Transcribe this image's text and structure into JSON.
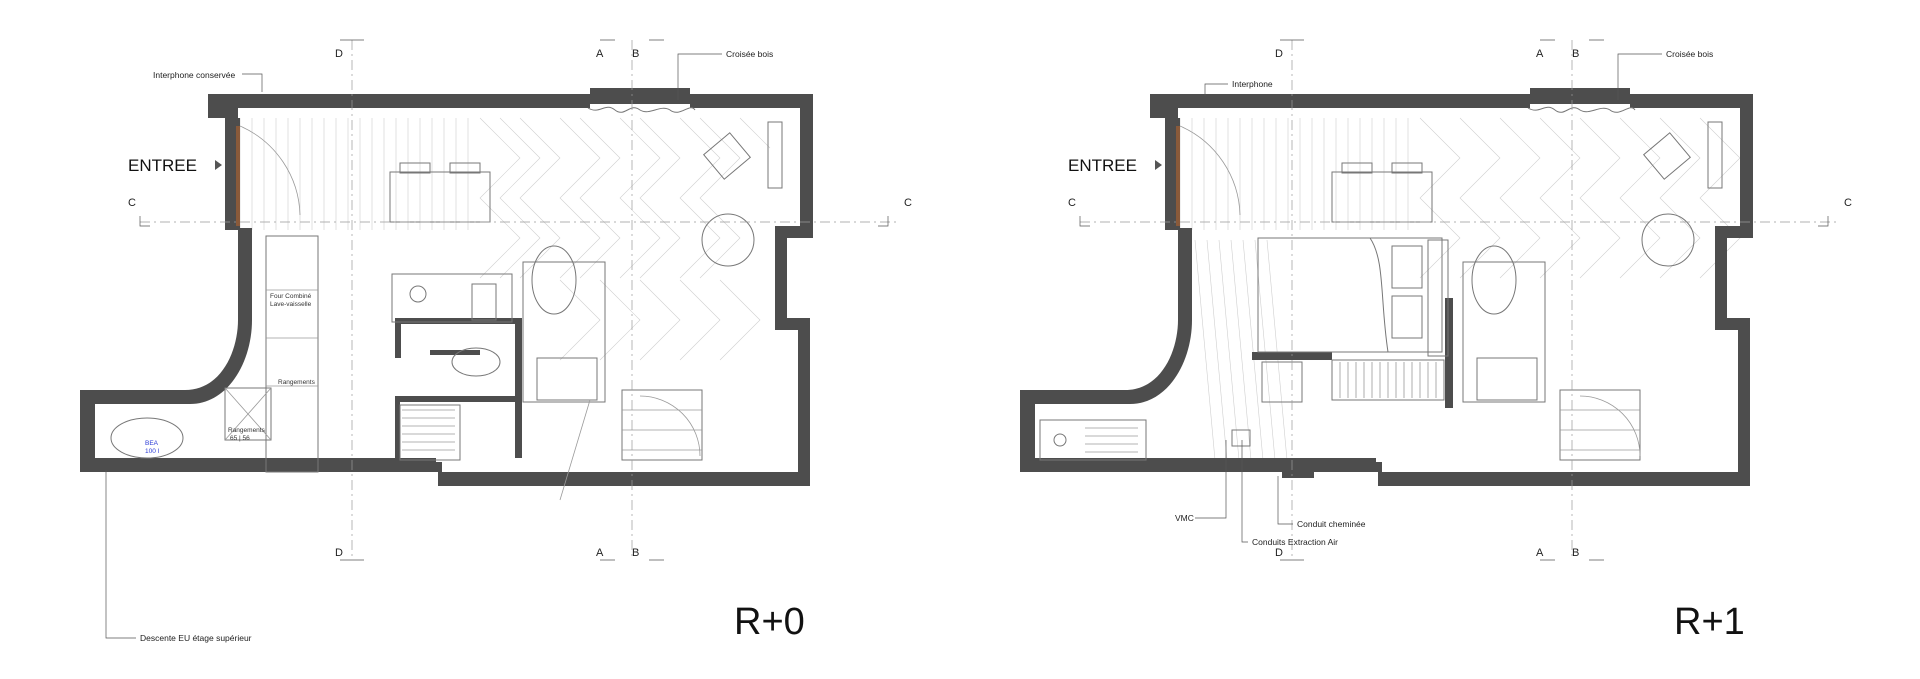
{
  "plans": [
    {
      "level": "R+0",
      "entry": "ENTREE",
      "section_labels": [
        "A",
        "B",
        "C",
        "D"
      ],
      "annotations": {
        "interphone": "Interphone conservée",
        "croisee": "Croisée bois",
        "four": "Four Combiné",
        "lave": "Lave-vaisselle",
        "rangements_1": "Rangements",
        "rangements_2": "Rangements",
        "rangements_dim": "65 | 56",
        "bea": "BEA",
        "bea_vol": "100 l",
        "descente": "Descente EU étage supérieur"
      }
    },
    {
      "level": "R+1",
      "entry": "ENTREE",
      "section_labels": [
        "A",
        "B",
        "C",
        "D"
      ],
      "annotations": {
        "interphone": "Interphone",
        "croisee": "Croisée bois",
        "vmc": "VMC",
        "conduit": "Conduit cheminée",
        "extraction": "Conduits Extraction Air"
      }
    }
  ],
  "colors": {
    "wall": "#4d4d4d",
    "line": "#9a9a9a",
    "annotation_blue": "#2b3bd6"
  }
}
